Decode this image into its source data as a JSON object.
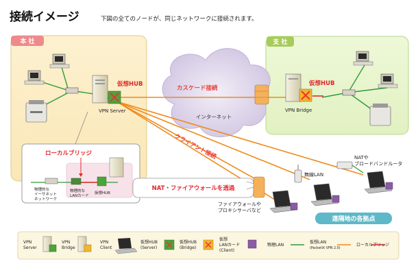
{
  "header": {
    "title": "接続イメージ",
    "subtitle": "下図の全てのノードが、同じネットワークに接続されます。"
  },
  "sites": {
    "main": "本 社",
    "branch": "支 社"
  },
  "labels": {
    "virtual_hub_main": "仮想HUB",
    "virtual_hub_branch": "仮想HUB",
    "vpn_server": "VPN Server",
    "vpn_bridge": "VPN Bridge",
    "cascade": "カスケード接続",
    "internet": "インターネット",
    "client_conn": "クライアント接続",
    "nat_fw": "NAT・ファイアウォールを透過",
    "nat_router": "NATや\nブロードバンドルータ",
    "wireless": "無線LAN",
    "fw_proxy": "ファイアウォールや\nプロキシサーバなど",
    "remote": "遠隔地の各拠点"
  },
  "inset": {
    "title": "ローカルブリッジ",
    "phys_net": "物理的な\nイーサネット\nネットワーク",
    "lan_card": "物理的な\nLANカード",
    "hub": "仮想HUB"
  },
  "legend": {
    "items": [
      {
        "label": "VPN\nServer",
        "icon": "vpn-server-icon"
      },
      {
        "label": "VPN\nBridge",
        "icon": "vpn-bridge-icon"
      },
      {
        "label": "VPN\nClient",
        "icon": "laptop-icon"
      },
      {
        "label": "仮想HUB\n(Server)",
        "icon": "virtual-hub-icon"
      },
      {
        "label": "仮想HUB\n(Bridge)",
        "icon": "virtual-hub-bridge-icon"
      },
      {
        "label": "仮想\nLANカード\n(Client)",
        "icon": "virtual-lan-card-icon"
      }
    ],
    "lines": [
      {
        "label": "物理LAN",
        "color": "#2e9a3a"
      },
      {
        "label": "仮想LAN\n(PacketiX VPN 2.0)",
        "color": "#f08a1c"
      },
      {
        "label": "ローカルブリッジ",
        "color": "#e02a2a"
      }
    ]
  },
  "colors": {
    "accent_red": "#e0262b",
    "orange": "#f08a1c",
    "green": "#2e9a3a",
    "cloud": "#d6cbe6",
    "remote_label_bg": "#5fb8c9"
  }
}
